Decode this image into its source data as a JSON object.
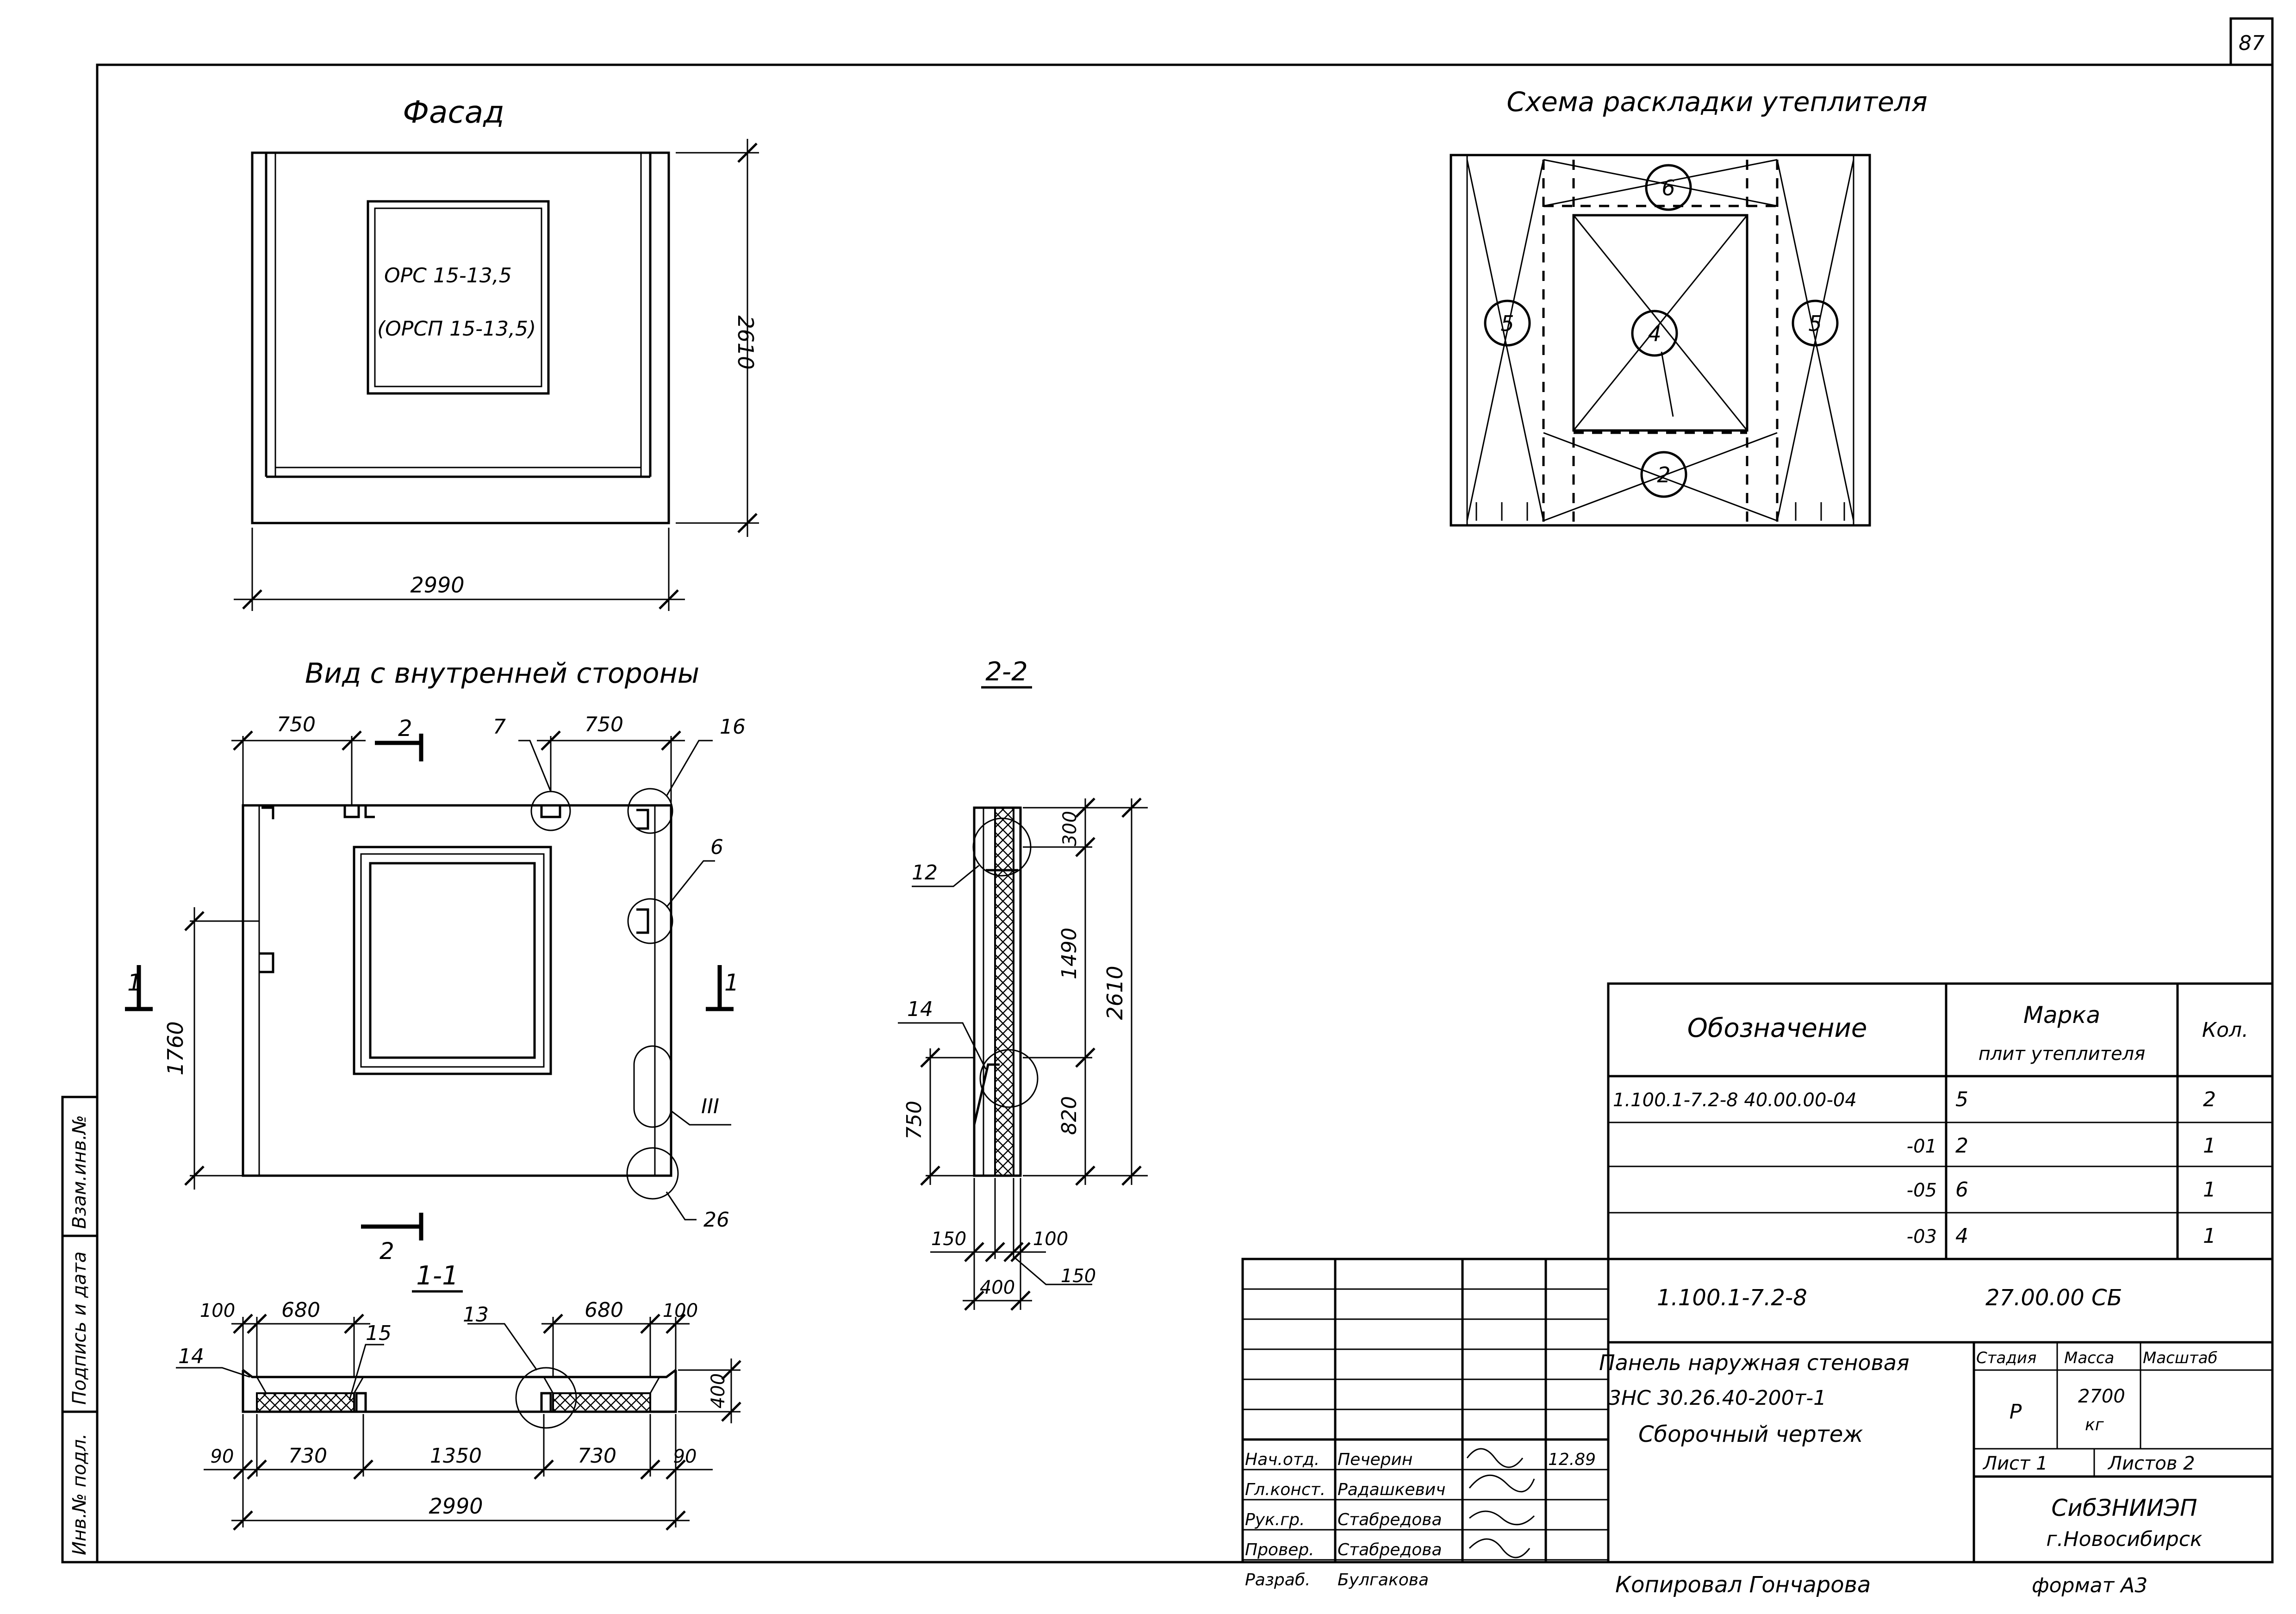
{
  "sheet": {
    "page_number": "87",
    "copied_by": "Копировал Гончарова",
    "format": "формат А3"
  },
  "facade": {
    "title": "Фасад",
    "window_mark": "ОРС 15-13,5",
    "window_mark_alt": "(ОРСП 15-13,5)",
    "height": "2610",
    "width": "2990"
  },
  "inner_view": {
    "title": "Вид с внутренней стороны",
    "dim_left_top": "750",
    "dim_right_top": "750",
    "dim_height": "1760",
    "section_2_label": "2",
    "section_1_label": "1",
    "callouts": [
      "7",
      "16",
      "6",
      "III",
      "26"
    ]
  },
  "section_22": {
    "title": "2-2",
    "dims": [
      "300",
      "1490",
      "820",
      "2610",
      "750",
      "150",
      "100",
      "150",
      "400"
    ],
    "callouts": [
      "12",
      "14"
    ]
  },
  "section_11": {
    "title": "1-1",
    "dims_top": [
      "100",
      "680",
      "680",
      "100"
    ],
    "dims_bottom": [
      "90",
      "730",
      "1350",
      "730",
      "90"
    ],
    "total": "2990",
    "height": "400",
    "callouts": [
      "14",
      "15",
      "13"
    ]
  },
  "insulation_scheme": {
    "title": "Схема раскладки утеплителя",
    "markers": [
      "6",
      "5",
      "4",
      "5",
      "2"
    ]
  },
  "spec_table": {
    "headers": {
      "designation": "Обозначение",
      "mark_line1": "Марка",
      "mark_line2": "плит утеплителя",
      "qty": "Кол."
    },
    "rows": [
      {
        "designation": "1.100.1-7.2-8   40.00.00-04",
        "mark": "5",
        "qty": "2"
      },
      {
        "designation": "-01",
        "mark": "2",
        "qty": "1"
      },
      {
        "designation": "-05",
        "mark": "6",
        "qty": "1"
      },
      {
        "designation": "-03",
        "mark": "4",
        "qty": "1"
      }
    ]
  },
  "title_block": {
    "doc_code": "1.100.1-7.2-8",
    "doc_number": "27.00.00 СБ",
    "name_line1": "Панель наружная стеновая",
    "name_line2": "3НС 30.26.40-200т-1",
    "name_line3": "Сборочный чертеж",
    "stage_label": "Стадия",
    "mass_label": "Масса",
    "scale_label": "Масштаб",
    "stage": "Р",
    "mass": "2700",
    "mass_unit": "кг",
    "sheet_label": "Лист 1",
    "sheets_label": "Листов 2",
    "org_line1": "СибЗНИИЭП",
    "org_line2": "г.Новосибирск",
    "signatures": [
      {
        "role": "Нач.отд.",
        "name": "Печерин",
        "date": "12.89"
      },
      {
        "role": "Гл.конст.",
        "name": "Радашкевич",
        "date": ""
      },
      {
        "role": "Рук.гр.",
        "name": "Стабредова",
        "date": ""
      },
      {
        "role": "Провер.",
        "name": "Стабредова",
        "date": ""
      },
      {
        "role": "Разраб.",
        "name": "Булгакова",
        "date": ""
      }
    ]
  },
  "side_stamp": {
    "inv_no": "Инв.№ подл.",
    "signature_date": "Подпись и дата",
    "replaces": "Взам.инв.№"
  }
}
